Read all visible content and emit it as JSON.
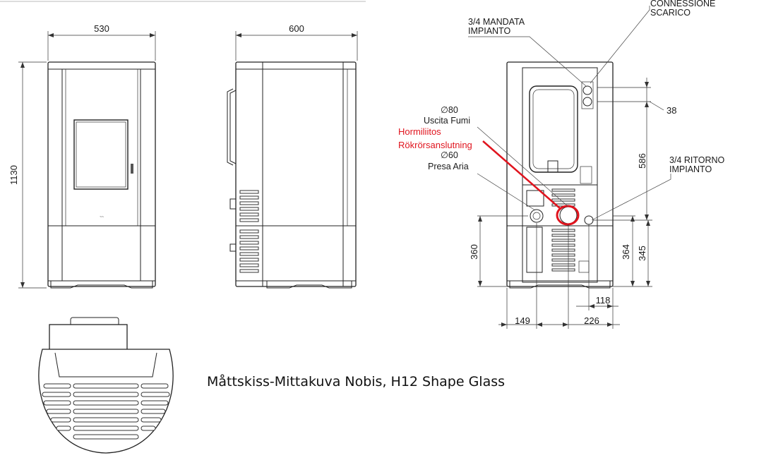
{
  "front_view": {
    "width_dim": "530",
    "height_dim": "1130"
  },
  "side_view": {
    "depth_dim": "600"
  },
  "rear_view": {
    "flow_label": [
      "3/4 MANDATA",
      "IMPIANTO"
    ],
    "drain_label": [
      "CONNESSIONE",
      "SCARICO"
    ],
    "flue_diameter": "∅80",
    "flue_label": "Uscita Fumi",
    "chimney_label_fi": "Hormiliitos",
    "chimney_label_sv": "Rökrörsanslutning",
    "air_diameter": "∅60",
    "air_label": "Presa Aria",
    "return_label": [
      "3/4 RITORNO",
      "IMPIANTO"
    ],
    "dims": {
      "d38": "38",
      "d586": "586",
      "d360": "360",
      "d364": "364",
      "d345": "345",
      "d118": "118",
      "d149": "149",
      "d226": "226"
    }
  },
  "caption": "Måttskiss-Mittakuva Nobis, H12 Shape Glass",
  "colors": {
    "highlight": "#e0141e",
    "line": "#222222"
  }
}
